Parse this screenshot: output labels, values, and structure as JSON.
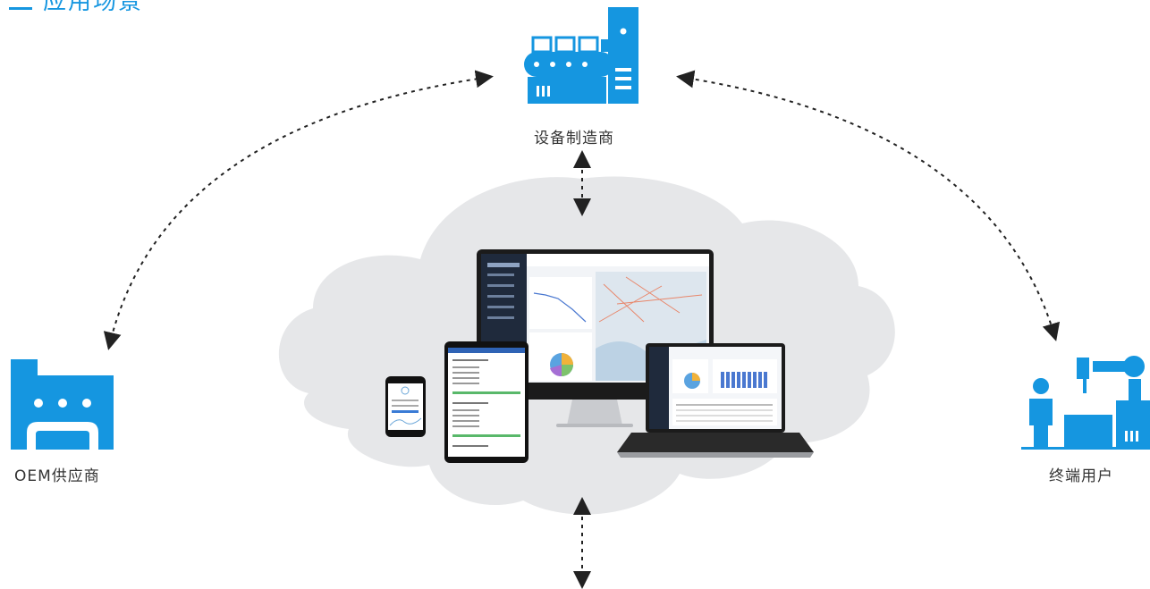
{
  "title": "应用场景",
  "nodes": {
    "manufacturer": {
      "label": "设备制造商",
      "icon": "factory-machine-icon"
    },
    "oem": {
      "label": "OEM供应商",
      "icon": "oem-factory-icon"
    },
    "end_user": {
      "label": "终端用户",
      "icon": "end-user-robot-icon"
    }
  },
  "center": {
    "icon": "cloud-devices-icon"
  },
  "colors": {
    "brand": "#1596e0",
    "cloud": "#e6e7e9",
    "arrow": "#222222",
    "screen_dark": "#1f2a3c"
  }
}
